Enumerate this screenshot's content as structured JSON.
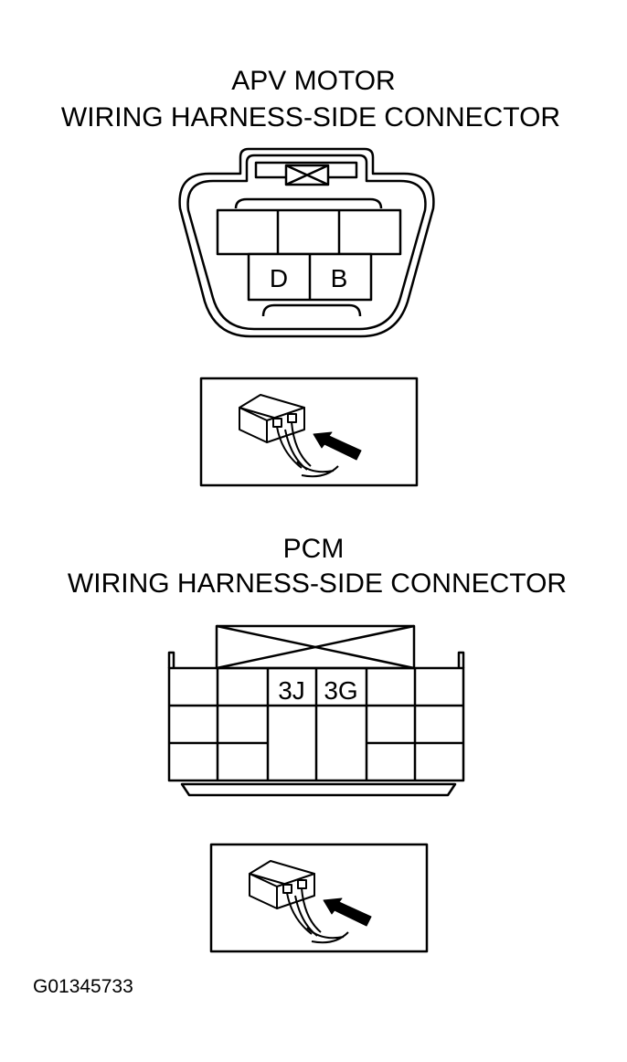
{
  "apv_connector": {
    "title_line1": "APV MOTOR",
    "title_line2": "WIRING HARNESS-SIDE CONNECTOR",
    "terminals": [
      "D",
      "B"
    ]
  },
  "pcm_connector": {
    "title_line1": "PCM",
    "title_line2": "WIRING HARNESS-SIDE CONNECTOR",
    "terminals": [
      "3J",
      "3G"
    ]
  },
  "figure_id": "G01345733"
}
